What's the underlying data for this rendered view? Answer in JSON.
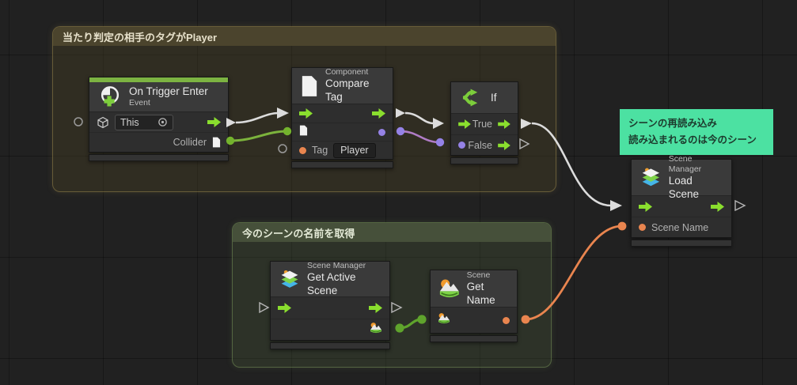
{
  "colors": {
    "flow_green": "#8ade2e",
    "event_bar": "#7cb342",
    "orange": "#e9854f",
    "purple": "#9582e6",
    "purple_wire": "#b07cc6",
    "wire_white": "#dcdcdc",
    "wire_green": "#7cb33c",
    "scene_wire_green": "#5fa42c",
    "note_bg": "#4ce1a2",
    "note_text": "#1d3a2d"
  },
  "groups": {
    "tag_check": {
      "title": "当たり判定の相手のタグがPlayer"
    },
    "scene_name": {
      "title": "今のシーンの名前を取得"
    }
  },
  "note": {
    "line1": "シーンの再読み込み",
    "line2": "読み込まれるのは今のシーン"
  },
  "nodes": {
    "on_trigger_enter": {
      "title": "On Trigger Enter",
      "category": "Event",
      "target_value": "This",
      "collider_label": "Collider"
    },
    "compare_tag": {
      "category": "Component",
      "title": "Compare Tag",
      "tag_label": "Tag",
      "tag_value": "Player"
    },
    "if_node": {
      "title": "If",
      "true_label": "True",
      "false_label": "False"
    },
    "load_scene": {
      "category": "Scene Manager",
      "title": "Load Scene",
      "scene_name_label": "Scene Name"
    },
    "get_active_scene": {
      "category": "Scene Manager",
      "title": "Get Active Scene"
    },
    "get_name": {
      "category": "Scene",
      "title": "Get Name"
    }
  }
}
